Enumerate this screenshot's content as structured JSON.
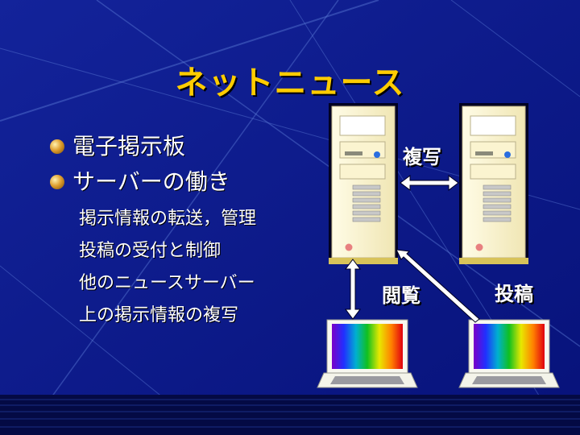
{
  "slide": {
    "title": "ネットニュース",
    "bullets": [
      "電子掲示板",
      "サーバーの働き"
    ],
    "sub_items": [
      "掲示情報の転送，管理",
      "投稿の受付と制御",
      "他のニュースサーバー",
      "上の掲示情報の複写"
    ],
    "diagram": {
      "copy_label": "複写",
      "view_label": "閲覧",
      "post_label": "投稿",
      "icons": [
        "server-icon",
        "server-icon",
        "laptop-icon",
        "laptop-icon"
      ]
    }
  },
  "colors": {
    "background": "#0b1c86",
    "title": "#ffcc00",
    "text": "#ffffff"
  }
}
